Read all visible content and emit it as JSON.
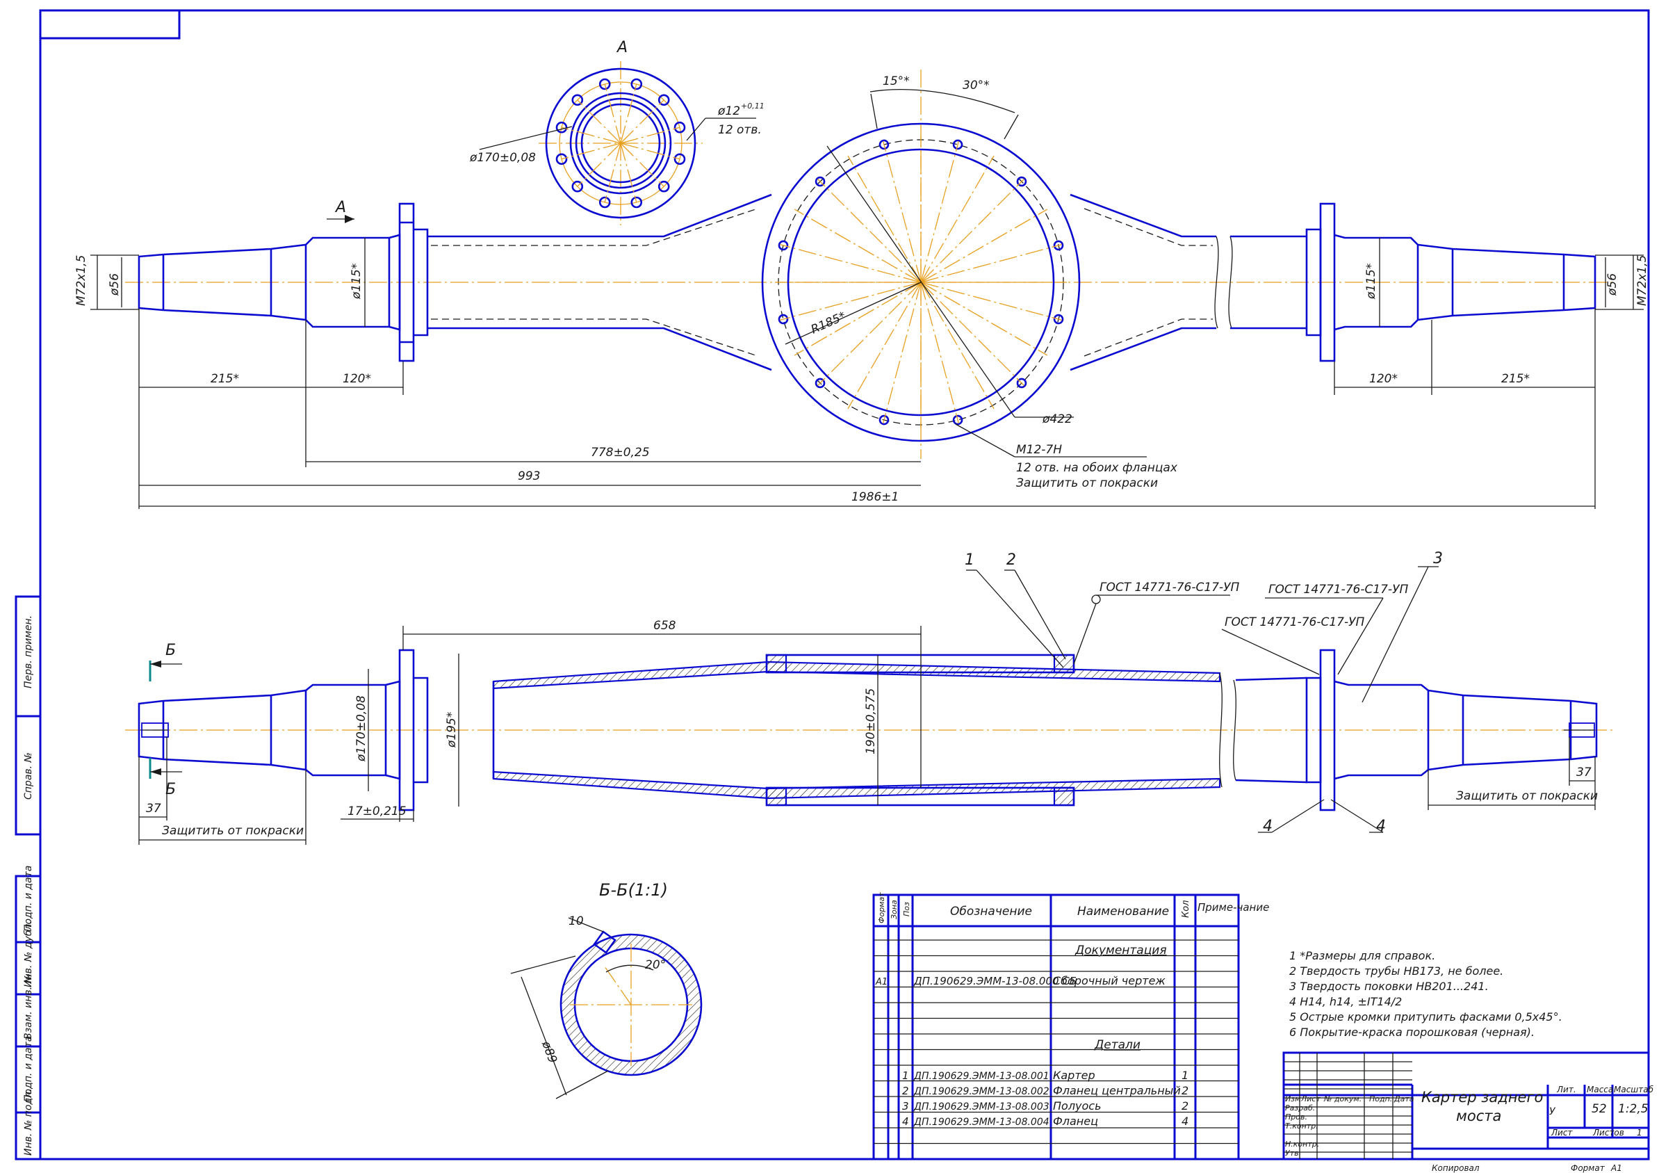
{
  "drawing": {
    "views": {
      "view_a_label": "А",
      "view_a_arrow_label": "А",
      "section_label": "Б-Б(1:1)",
      "section_mark_top": "Б",
      "section_mark_bottom": "Б"
    },
    "top_view_dims": {
      "thread_left": "М72х1,5",
      "dia56_left": "ø56",
      "dia115_left": "ø115*",
      "dia115_right": "ø115*",
      "dia56_right": "ø56",
      "thread_right": "М72х1,5",
      "d215_left": "215*",
      "d120_left": "120*",
      "d120_right": "120*",
      "d215_right": "215*",
      "d778": "778±0,25",
      "d993": "993",
      "d1986": "1986±1",
      "r185": "R185*",
      "dia422": "ø422",
      "angle15": "15°*",
      "angle30": "30°*",
      "m12": "М12-7Н",
      "note_12holes": "12 отв. на обоих фланцах",
      "note_protect": "Защитить от покраски"
    },
    "view_a_dims": {
      "dia170": "ø170±0,08",
      "dia12": "ø12",
      "dia12_tol": "+0,11",
      "holes": "12 отв."
    },
    "side_view_dims": {
      "d658": "658",
      "dia170": "ø170±0,08",
      "dia195": "ø195*",
      "dia190": "190±0,575",
      "d17": "17±0,215",
      "d37_left": "37",
      "d37_right": "37",
      "protect_left": "Защитить от покраски",
      "protect_right": "Защитить от покраски",
      "gost1": "ГОСТ 14771-76-С17-УП",
      "gost2": "ГОСТ 14771-76-С17-УП",
      "gost3": "ГОСТ 14771-76-С17-УП",
      "pos1": "1",
      "pos2": "2",
      "pos3": "3",
      "pos4a": "4",
      "pos4b": "4"
    },
    "section_dims": {
      "d10": "10",
      "angle20": "20°",
      "dia89": "ø89"
    }
  },
  "notes": [
    "1 *Размеры для справок.",
    "2 Твердость трубы НВ173, не более.",
    "3 Твердость поковки НВ201...241.",
    "4 Н14, h14, ±IT14/2",
    "5 Острые кромки притупить фасками 0,5х45°.",
    "6 Покрытие-краска порошковая (черная)."
  ],
  "spec_table": {
    "headers": {
      "format": "Формат",
      "zone": "Зона",
      "pos": "Поз",
      "designation": "Обозначение",
      "name": "Наименование",
      "qty": "Кол",
      "note": "Приме-чание"
    },
    "section_docs": "Документация",
    "doc_row": {
      "format": "А1",
      "designation": "ДП.190629.ЭММ-13-08.000 СБ",
      "name": "Сборочный чертеж"
    },
    "section_parts": "Детали",
    "parts": [
      {
        "pos": "1",
        "designation": "ДП.190629.ЭММ-13-08.001",
        "name": "Картер",
        "qty": "1"
      },
      {
        "pos": "2",
        "designation": "ДП.190629.ЭММ-13-08.002",
        "name": "Фланец центральный",
        "qty": "2"
      },
      {
        "pos": "3",
        "designation": "ДП.190629.ЭММ-13-08.003",
        "name": "Полуось",
        "qty": "2"
      },
      {
        "pos": "4",
        "designation": "ДП.190629.ЭММ-13-08.004",
        "name": "Фланец",
        "qty": "4"
      }
    ]
  },
  "title_block": {
    "title": "Картер заднего моста",
    "lit": "Лит.",
    "mass_label": "Масса",
    "scale_label": "Масштаб",
    "lit_value": "У",
    "mass_value": "52",
    "scale_value": "1:2,5",
    "sheet_label": "Лист",
    "sheets_label": "Листов",
    "sheets_value": "1",
    "izm": "Изм",
    "list": "Лист",
    "doc_no": "№ докум.",
    "sign": "Подп.",
    "date": "Дата",
    "razrab": "Разраб.",
    "prov": "Пров.",
    "tkontr": "Т.контр.",
    "nkontr": "Н.контр.",
    "utv": "Утв.",
    "copied": "Копировал",
    "format_label": "Формат",
    "format_value": "А1"
  },
  "side_stamp": [
    "Перв. примен.",
    "Справ. №",
    "Подп. и дата",
    "Инв. № дубл.",
    "Взам. инв. №",
    "Подп. и дата",
    "Инв. № подл."
  ]
}
